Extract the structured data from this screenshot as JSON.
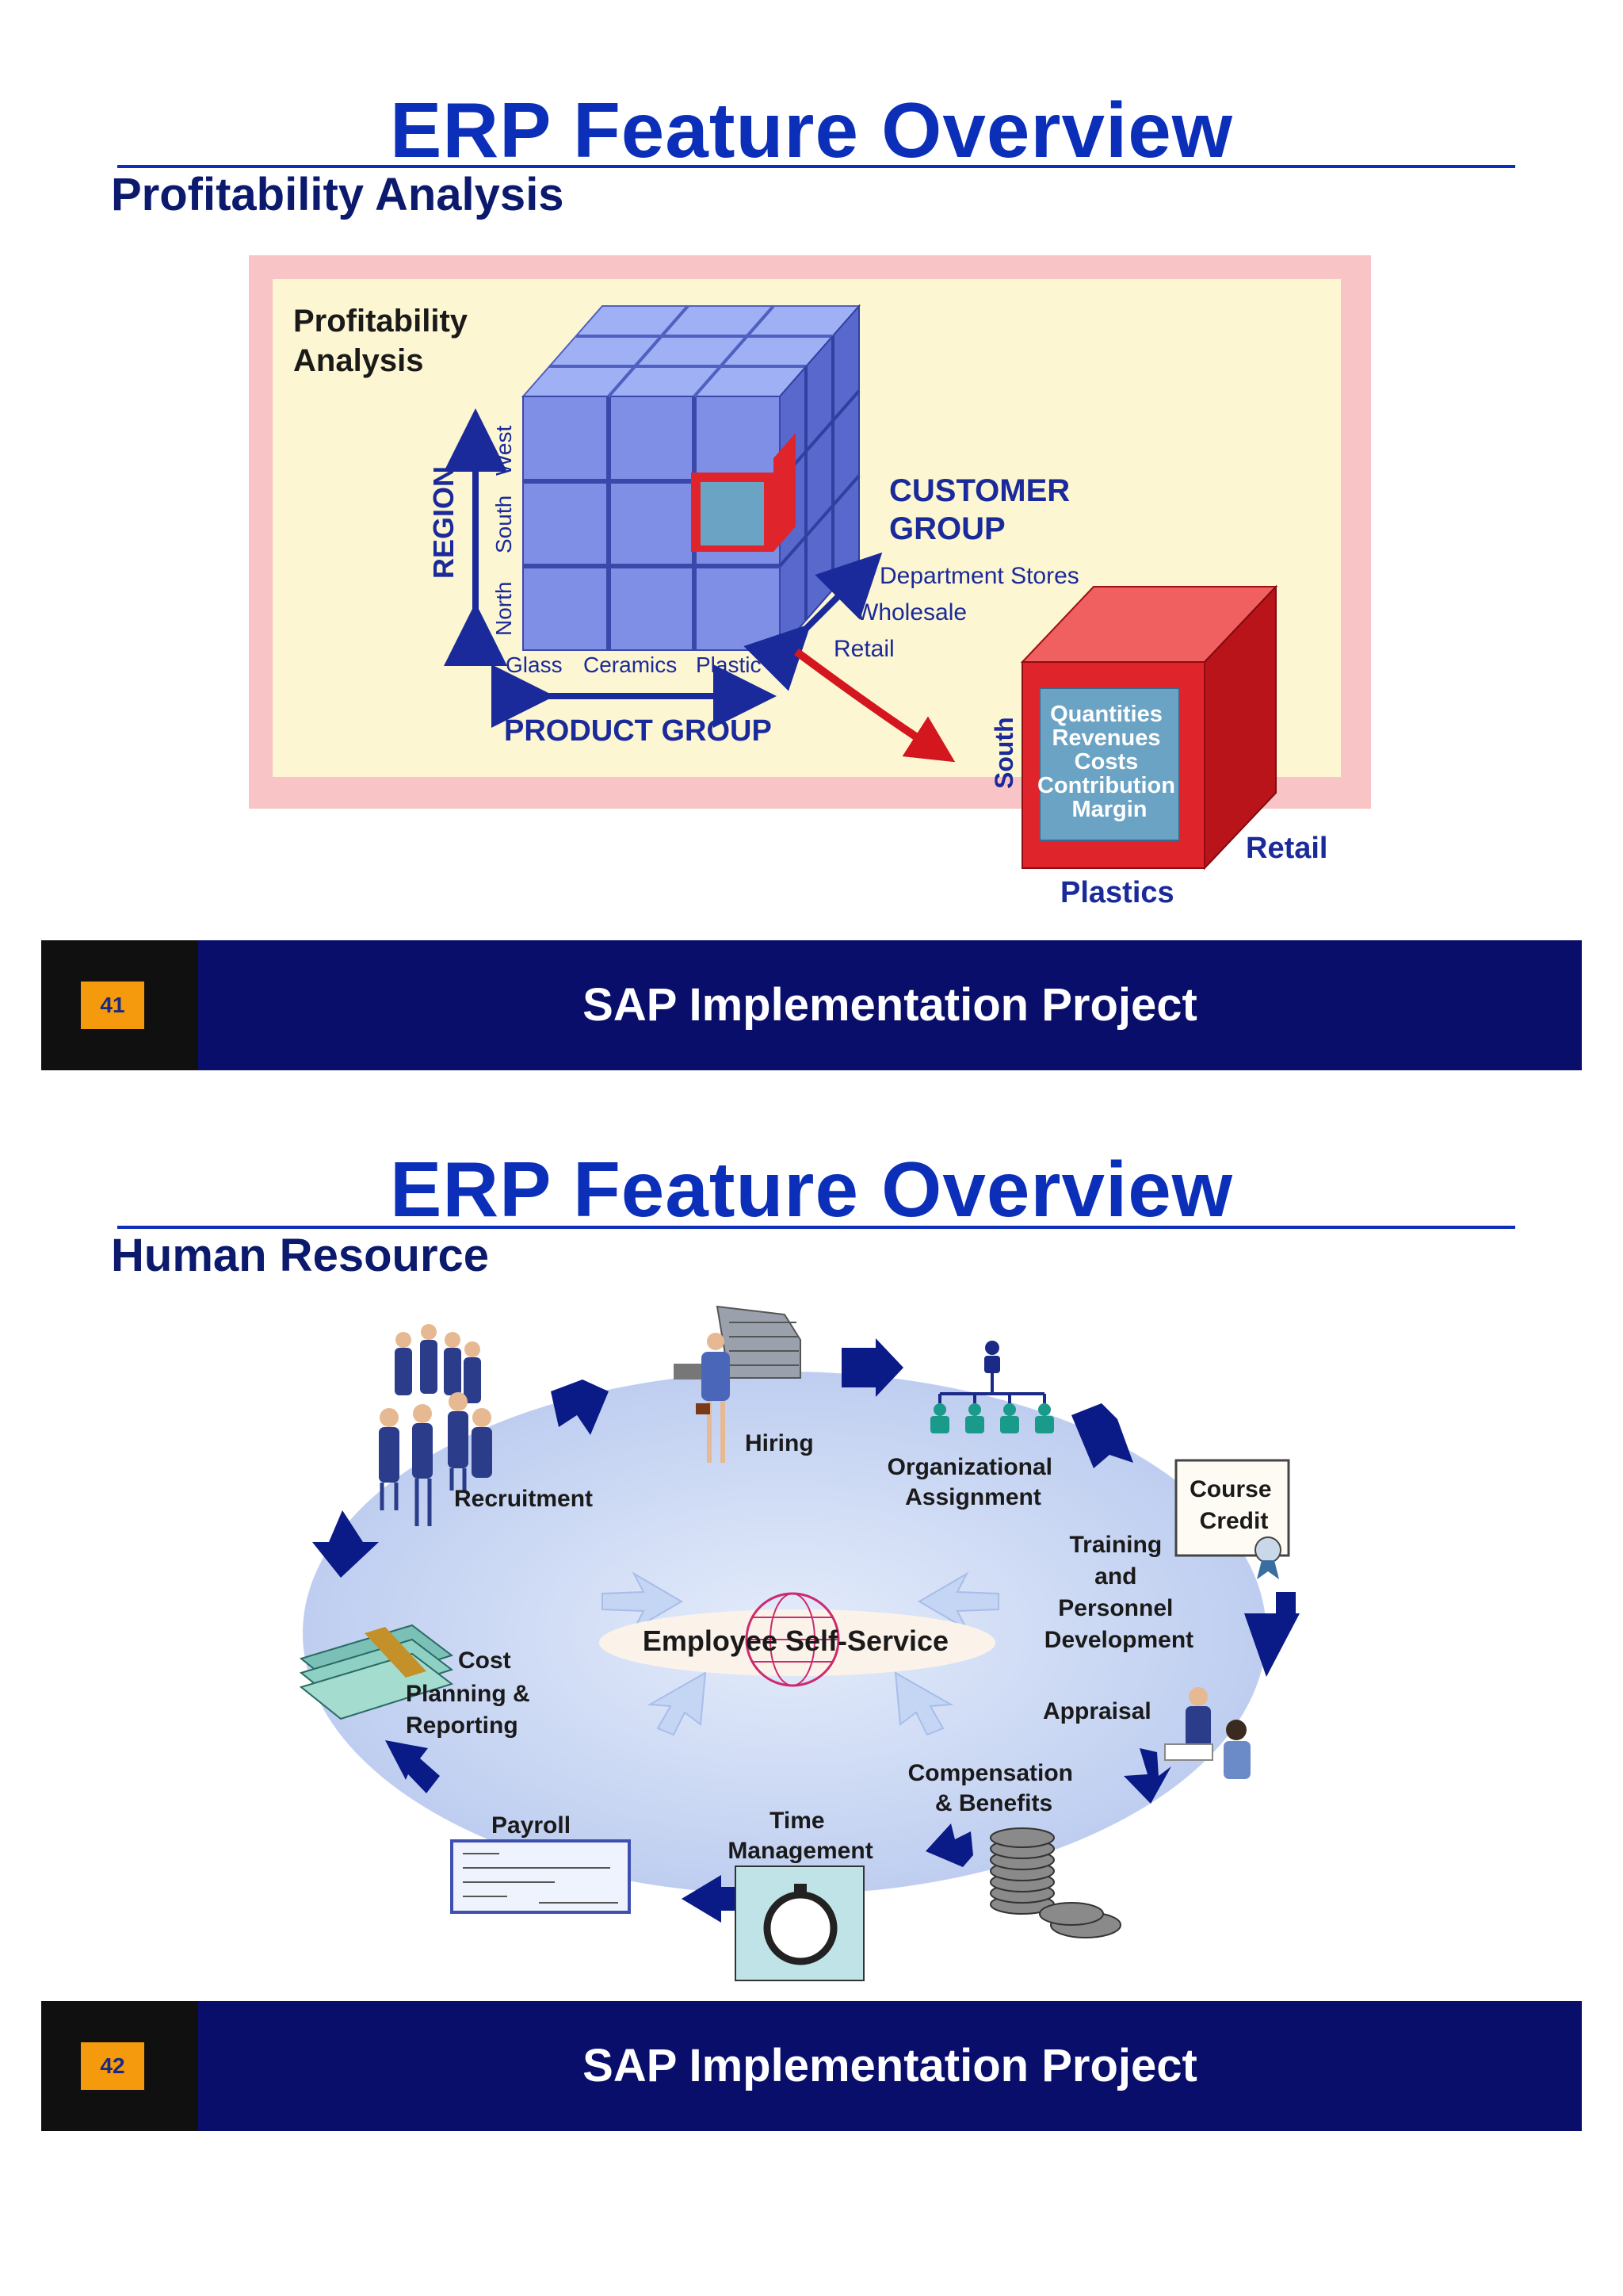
{
  "slide1": {
    "title": "ERP Feature Overview",
    "subtitle": "Profitability Analysis",
    "diagram": {
      "box_title_line1": "Profitability",
      "box_title_line2": "Analysis",
      "region_label": "REGION",
      "regions": [
        "North",
        "South",
        "West"
      ],
      "product_group_label": "PRODUCT GROUP",
      "products": [
        "Glass",
        "Ceramics",
        "Plastic"
      ],
      "customer_group_label_line1": "CUSTOMER",
      "customer_group_label_line2": "GROUP",
      "customers": [
        "Department Stores",
        "Wholesale",
        "Retail"
      ],
      "detail_cube_side": "South",
      "detail_values": [
        "Quantities",
        "Revenues",
        "Costs",
        "Contribution",
        "Margin"
      ],
      "detail_right": "Retail",
      "detail_bottom": "Plastics"
    },
    "page_number": "41",
    "footer": "SAP Implementation Project"
  },
  "slide2": {
    "title": "ERP Feature Overview",
    "subtitle": "Human Resource",
    "diagram": {
      "center": "Employee Self-Service",
      "steps": {
        "recruitment": "Recruitment",
        "hiring": "Hiring",
        "org_line1": "Organizational",
        "org_line2": "Assignment",
        "course_line1": "Course",
        "course_line2": "Credit",
        "training_line1": "Training",
        "training_line2": "and",
        "training_line3": "Personnel",
        "training_line4": "Development",
        "appraisal": "Appraisal",
        "comp_line1": "Compensation",
        "comp_line2": "& Benefits",
        "time_line1": "Time",
        "time_line2": "Management",
        "payroll": "Payroll",
        "cost_line1": "Cost",
        "cost_line2": "Planning &",
        "cost_line3": "Reporting"
      }
    },
    "page_number": "42",
    "footer": "SAP Implementation Project"
  },
  "colors": {
    "title_blue": "#0b2fb8",
    "footer_navy": "#0a0e6b",
    "page_number_orange": "#f59a0c",
    "cube_blue": "#7f8fe6",
    "highlight_red": "#e0242c",
    "panel_cream": "#fdf6d2",
    "panel_pink": "#f9c4c6"
  },
  "icons": [
    "cube-icon",
    "arrow-icon",
    "people-icon",
    "building-icon",
    "org-chart-icon",
    "certificate-icon",
    "globe-icon",
    "money-icon",
    "check-icon",
    "stopwatch-icon",
    "coins-icon"
  ]
}
